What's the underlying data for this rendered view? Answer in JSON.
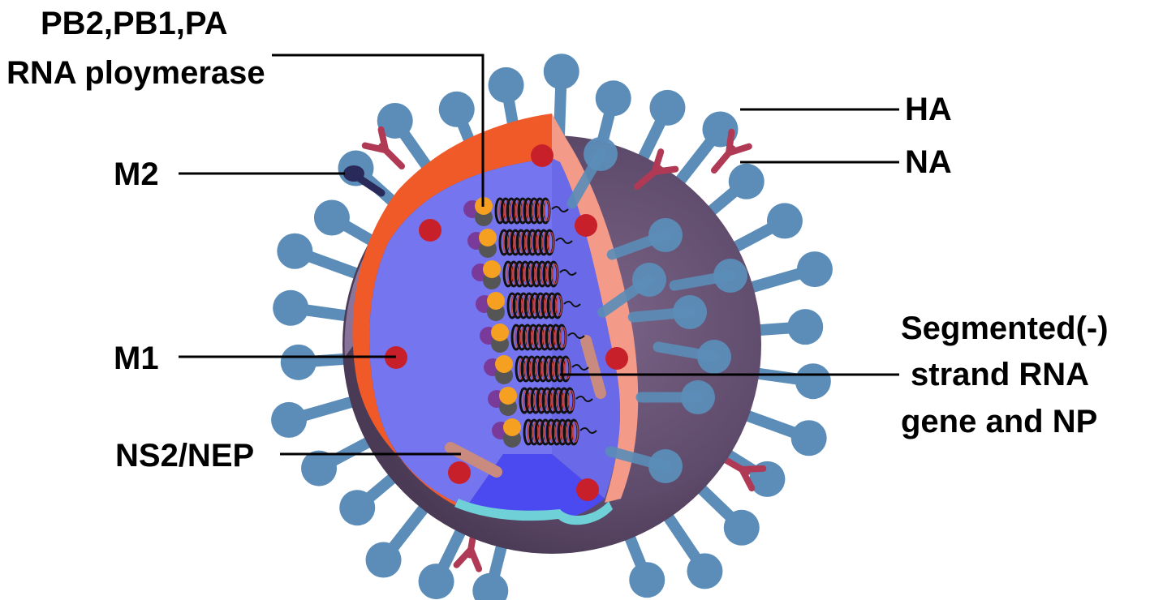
{
  "labels": {
    "polymerase_line1": "PB2,PB1,PA",
    "polymerase_line2": "RNA ploymerase",
    "m2": "M2",
    "m1": "M1",
    "ns2": "NS2/NEP",
    "ha": "HA",
    "na": "NA",
    "rna_line1": "Segmented(-)",
    "rna_line2": "strand RNA",
    "rna_line3": "gene and NP"
  },
  "colors": {
    "envelope_outer": "#8a7396",
    "envelope_dark": "#5c4a66",
    "matrix_layer": "#f05a28",
    "matrix_inner": "#f39a88",
    "core": "#7575f0",
    "core_bottom": "#4a4af0",
    "cyan_rim": "#6fd0d8",
    "ha_spike": "#5b8db8",
    "na_spike": "#b03a55",
    "m2_channel": "#2a2a5a",
    "m1_dot": "#c8202a",
    "ns2_rod": "#c98a80",
    "polymerase_orange": "#f5a020",
    "polymerase_purple": "#7a3a9a",
    "polymerase_gray": "#555555",
    "rna_coil": "#c04040"
  }
}
